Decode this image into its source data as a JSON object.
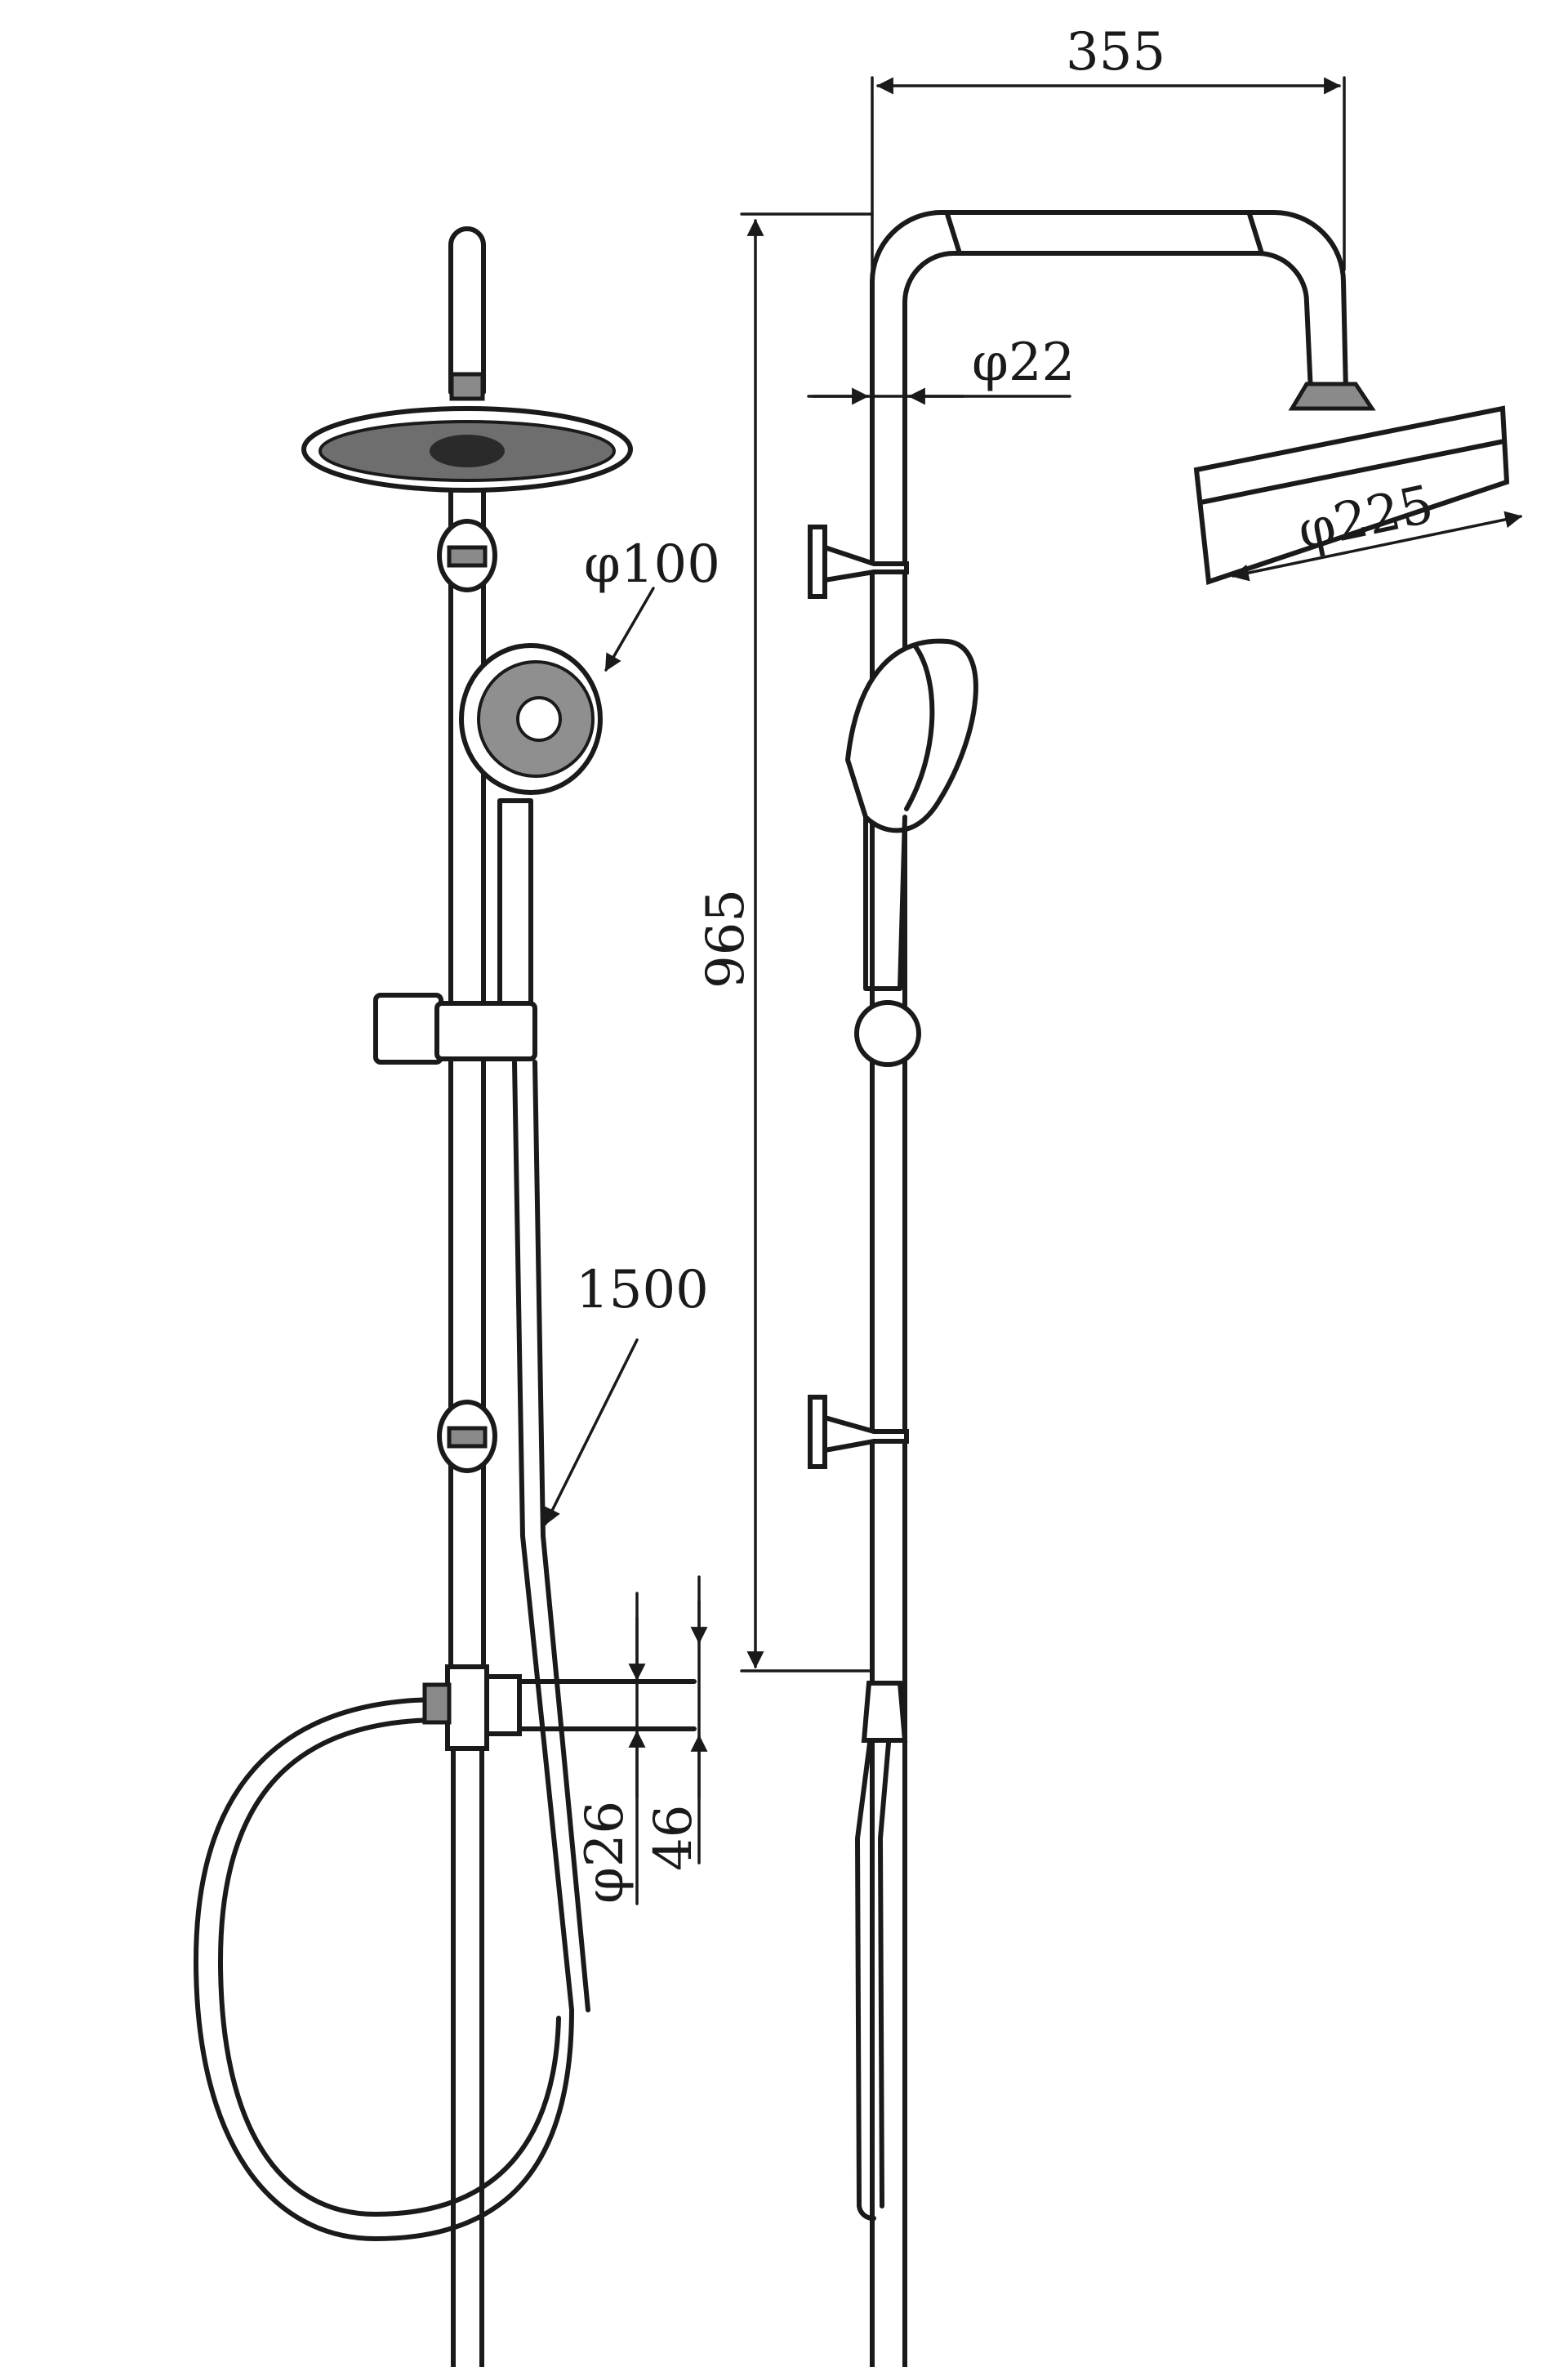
{
  "dimensions": {
    "top_arm_width": "355",
    "pipe_diameter": "φ22",
    "overhead_diameter": "φ225",
    "hand_shower_diameter": "φ100",
    "rail_height": "965",
    "hose_length": "1500",
    "outlet_diameter": "φ26",
    "outlet_projection": "46"
  }
}
